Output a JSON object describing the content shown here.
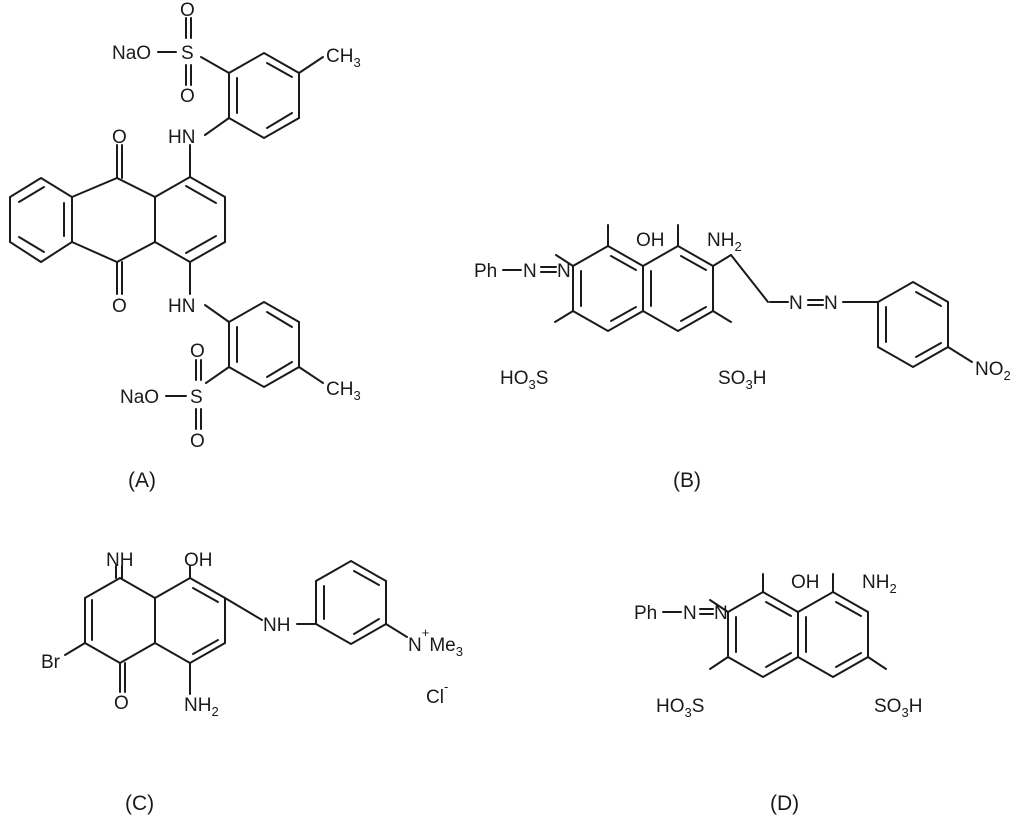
{
  "figure": {
    "structures": [
      {
        "caption": "(A)",
        "labels": {
          "so3na_top": "NaO",
          "s_top": "S",
          "o_top1": "O",
          "o_top2": "O",
          "ch3_top_c": "CH",
          "ch3_top_n": "3",
          "hn_top": "HN",
          "o_carbonyl_top": "O",
          "o_carbonyl_bot": "O",
          "hn_bot": "HN",
          "so3na_bot": "NaO",
          "s_bot": "S",
          "o_bot1": "O",
          "o_bot2": "O",
          "ch3_bot_c": "CH",
          "ch3_bot_n": "3"
        }
      },
      {
        "caption": "(B)",
        "labels": {
          "ph": "Ph",
          "n1": "N",
          "n2": "N",
          "oh": "OH",
          "nh2_n": "NH",
          "nh2_2": "2",
          "n3": "N",
          "n4": "N",
          "no2_n": "NO",
          "no2_2": "2",
          "ho3s_a": "HO",
          "ho3s_3": "3",
          "ho3s_s": "S",
          "so3h_s": "SO",
          "so3h_3": "3",
          "so3h_h": "H"
        }
      },
      {
        "caption": "(C)",
        "labels": {
          "nh_imine": "NH",
          "oh": "OH",
          "nh_link": "NH",
          "br": "Br",
          "o": "O",
          "nh2_n": "NH",
          "nh2_2": "2",
          "nplus_n": "N",
          "plus": "+",
          "me3_me": "Me",
          "me3_3": "3",
          "cl": "Cl",
          "minus": "-"
        }
      },
      {
        "caption": "(D)",
        "labels": {
          "ph": "Ph",
          "n1": "N",
          "n2": "N",
          "oh": "OH",
          "nh2_n": "NH",
          "nh2_2": "2",
          "ho3s_a": "HO",
          "ho3s_3": "3",
          "ho3s_s": "S",
          "so3h_s": "SO",
          "so3h_3": "3",
          "so3h_h": "H"
        }
      }
    ]
  }
}
